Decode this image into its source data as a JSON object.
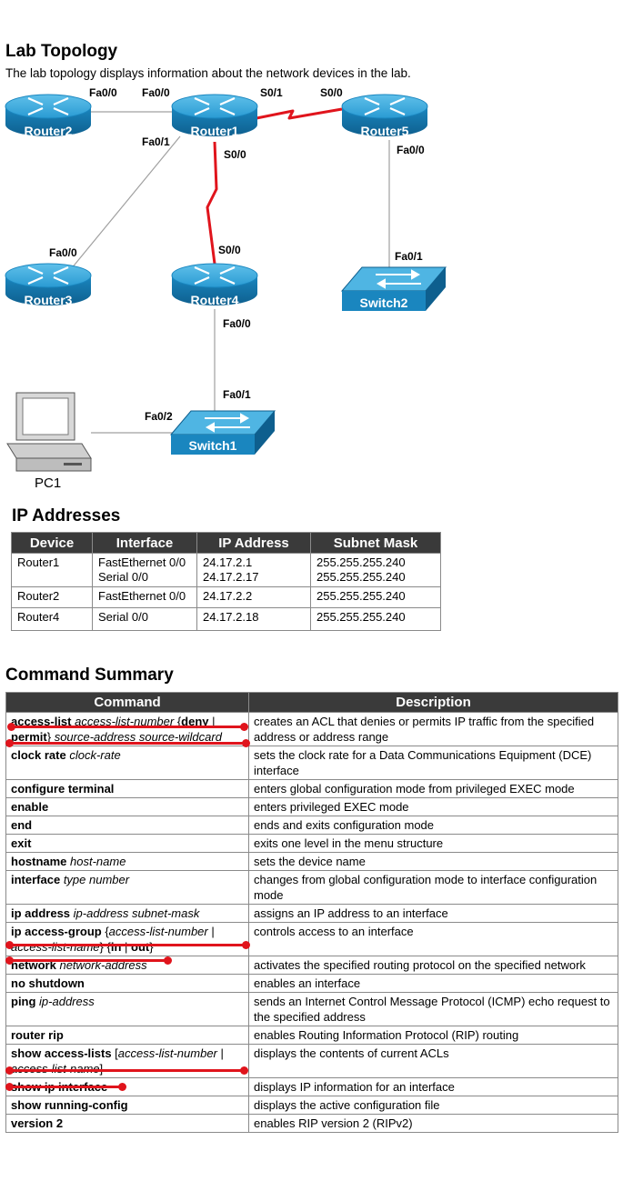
{
  "topology": {
    "title": "Lab Topology",
    "description": "The lab topology displays information about the network devices in the lab.",
    "devices": {
      "router1": "Router1",
      "router2": "Router2",
      "router3": "Router3",
      "router4": "Router4",
      "router5": "Router5",
      "switch1": "Switch1",
      "switch2": "Switch2",
      "pc1": "PC1"
    },
    "ports": {
      "r2_fa00": "Fa0/0",
      "r1_fa00": "Fa0/0",
      "r1_s01": "S0/1",
      "r5_s00": "S0/0",
      "r1_fa01": "Fa0/1",
      "r1_s00": "S0/0",
      "r5_fa00": "Fa0/0",
      "r3_fa00": "Fa0/0",
      "r4_s00": "S0/0",
      "sw2_fa01": "Fa0/1",
      "r4_fa00": "Fa0/0",
      "sw1_fa01": "Fa0/1",
      "sw1_fa02": "Fa0/2"
    },
    "colors": {
      "router": "#1a8fc7",
      "switch": "#1a8fc7",
      "serial_link": "#e0141c",
      "ethernet_link": "#999999"
    }
  },
  "ip_addresses": {
    "title": "IP Addresses",
    "headers": [
      "Device",
      "Interface",
      "IP Address",
      "Subnet Mask"
    ],
    "rows": [
      {
        "device": "Router1",
        "interface": [
          "FastEthernet 0/0",
          "Serial 0/0"
        ],
        "ip": [
          "24.17.2.1",
          "24.17.2.17"
        ],
        "mask": [
          "255.255.255.240",
          "255.255.255.240"
        ]
      },
      {
        "device": "Router2",
        "interface": [
          "FastEthernet 0/0"
        ],
        "ip": [
          "24.17.2.2"
        ],
        "mask": [
          "255.255.255.240"
        ]
      },
      {
        "device": "Router4",
        "interface": [
          "Serial 0/0"
        ],
        "ip": [
          "24.17.2.18"
        ],
        "mask": [
          "255.255.255.240"
        ]
      }
    ]
  },
  "command_summary": {
    "title": "Command Summary",
    "headers": [
      "Command",
      "Description"
    ],
    "rows": [
      {
        "cmd": [
          [
            "b",
            "access-list "
          ],
          [
            "i",
            "access-list-number "
          ],
          [
            "n",
            "{"
          ],
          [
            "b",
            "deny"
          ],
          [
            "n",
            " | "
          ],
          [
            "b",
            "permit"
          ],
          [
            "n",
            "} "
          ],
          [
            "i",
            "source-address source-wildcard"
          ]
        ],
        "desc": "creates an ACL that denies or permits IP traffic from the specified address or address range"
      },
      {
        "cmd": [
          [
            "b",
            "clock rate "
          ],
          [
            "i",
            "clock-rate"
          ]
        ],
        "desc": "sets the clock rate for a Data Communications Equipment (DCE) interface"
      },
      {
        "cmd": [
          [
            "b",
            "configure terminal"
          ]
        ],
        "desc": "enters global configuration mode from privileged EXEC mode"
      },
      {
        "cmd": [
          [
            "b",
            "enable"
          ]
        ],
        "desc": "enters privileged EXEC mode"
      },
      {
        "cmd": [
          [
            "b",
            "end"
          ]
        ],
        "desc": "ends and exits configuration mode"
      },
      {
        "cmd": [
          [
            "b",
            "exit"
          ]
        ],
        "desc": "exits one level in the menu structure"
      },
      {
        "cmd": [
          [
            "b",
            "hostname "
          ],
          [
            "i",
            "host-name"
          ]
        ],
        "desc": "sets the device name"
      },
      {
        "cmd": [
          [
            "b",
            "interface "
          ],
          [
            "i",
            "type number"
          ]
        ],
        "desc": "changes from global configuration mode to interface configuration mode"
      },
      {
        "cmd": [
          [
            "b",
            "ip address "
          ],
          [
            "i",
            "ip-address subnet-mask"
          ]
        ],
        "desc": "assigns an IP address to an interface"
      },
      {
        "cmd": [
          [
            "b",
            "ip access-group "
          ],
          [
            "n",
            "{"
          ],
          [
            "i",
            "access-list-number"
          ],
          [
            "n",
            " | "
          ],
          [
            "i",
            "access-list-name"
          ],
          [
            "n",
            "} {"
          ],
          [
            "b",
            "in"
          ],
          [
            "n",
            " | "
          ],
          [
            "b",
            "out"
          ],
          [
            "n",
            "}"
          ]
        ],
        "desc": "controls access to an interface"
      },
      {
        "cmd": [
          [
            "b",
            "network "
          ],
          [
            "i",
            "network-address"
          ]
        ],
        "desc": "activates the specified routing protocol on the specified network"
      },
      {
        "cmd": [
          [
            "b",
            "no shutdown"
          ]
        ],
        "desc": "enables an interface"
      },
      {
        "cmd": [
          [
            "b",
            "ping "
          ],
          [
            "i",
            "ip-address"
          ]
        ],
        "desc": "sends an Internet Control Message Protocol (ICMP) echo request to the specified address"
      },
      {
        "cmd": [
          [
            "b",
            "router rip"
          ]
        ],
        "desc": "enables Routing Information Protocol (RIP) routing"
      },
      {
        "cmd": [
          [
            "b",
            "show access-lists "
          ],
          [
            "n",
            "["
          ],
          [
            "i",
            "access-list-number"
          ],
          [
            "n",
            " | "
          ],
          [
            "i",
            "access-list-name"
          ],
          [
            "n",
            "]"
          ]
        ],
        "desc": "displays the contents of current ACLs"
      },
      {
        "cmd": [
          [
            "b",
            "show ip interface"
          ]
        ],
        "desc": "displays IP information for an interface"
      },
      {
        "cmd": [
          [
            "b",
            "show running-config"
          ]
        ],
        "desc": "displays the active configuration file"
      },
      {
        "cmd": [
          [
            "b",
            "version 2"
          ]
        ],
        "desc": "enables RIP version 2 (RIPv2)"
      }
    ]
  }
}
